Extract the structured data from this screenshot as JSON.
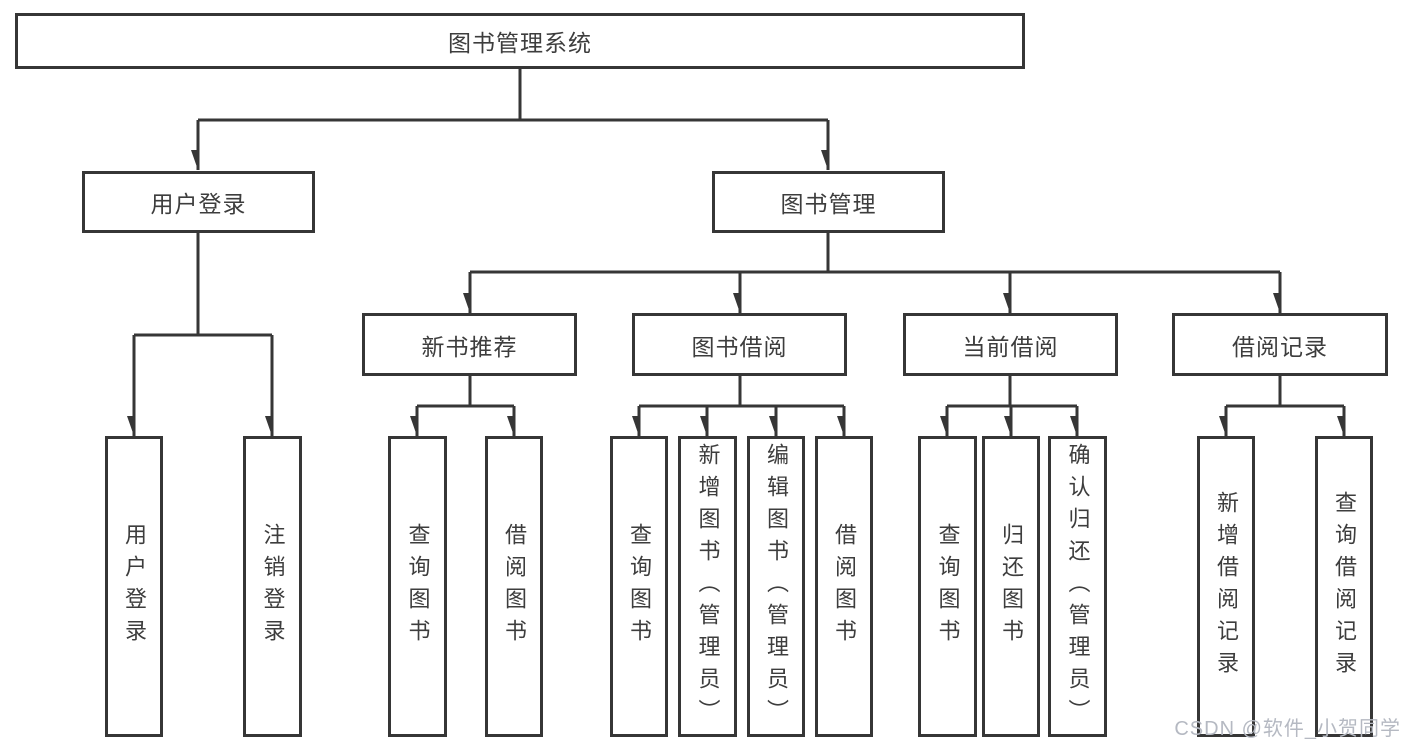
{
  "diagram_title": "图书管理系统",
  "tree": {
    "label": "图书管理系统",
    "children": [
      {
        "label": "用户登录",
        "children": [
          {
            "label": "用户登录"
          },
          {
            "label": "注销登录"
          }
        ]
      },
      {
        "label": "图书管理",
        "children": [
          {
            "label": "新书推荐",
            "children": [
              {
                "label": "查询图书"
              },
              {
                "label": "借阅图书"
              }
            ]
          },
          {
            "label": "图书借阅",
            "children": [
              {
                "label": "查询图书"
              },
              {
                "label": "新增图书（管理员）"
              },
              {
                "label": "编辑图书（管理员）"
              },
              {
                "label": "借阅图书"
              }
            ]
          },
          {
            "label": "当前借阅",
            "children": [
              {
                "label": "查询图书"
              },
              {
                "label": "归还图书"
              },
              {
                "label": "确认归还（管理员）"
              }
            ]
          },
          {
            "label": "借阅记录",
            "children": [
              {
                "label": "新增借阅记录"
              },
              {
                "label": "查询借阅记录"
              }
            ]
          }
        ]
      }
    ]
  },
  "watermark": {
    "text": "CSDN @软件_小贺同学"
  },
  "colors": {
    "line": "#363636",
    "box_border": "#363636",
    "text": "#3d3d3d",
    "watermark": "#b5b9c2",
    "background": "#ffffff"
  }
}
